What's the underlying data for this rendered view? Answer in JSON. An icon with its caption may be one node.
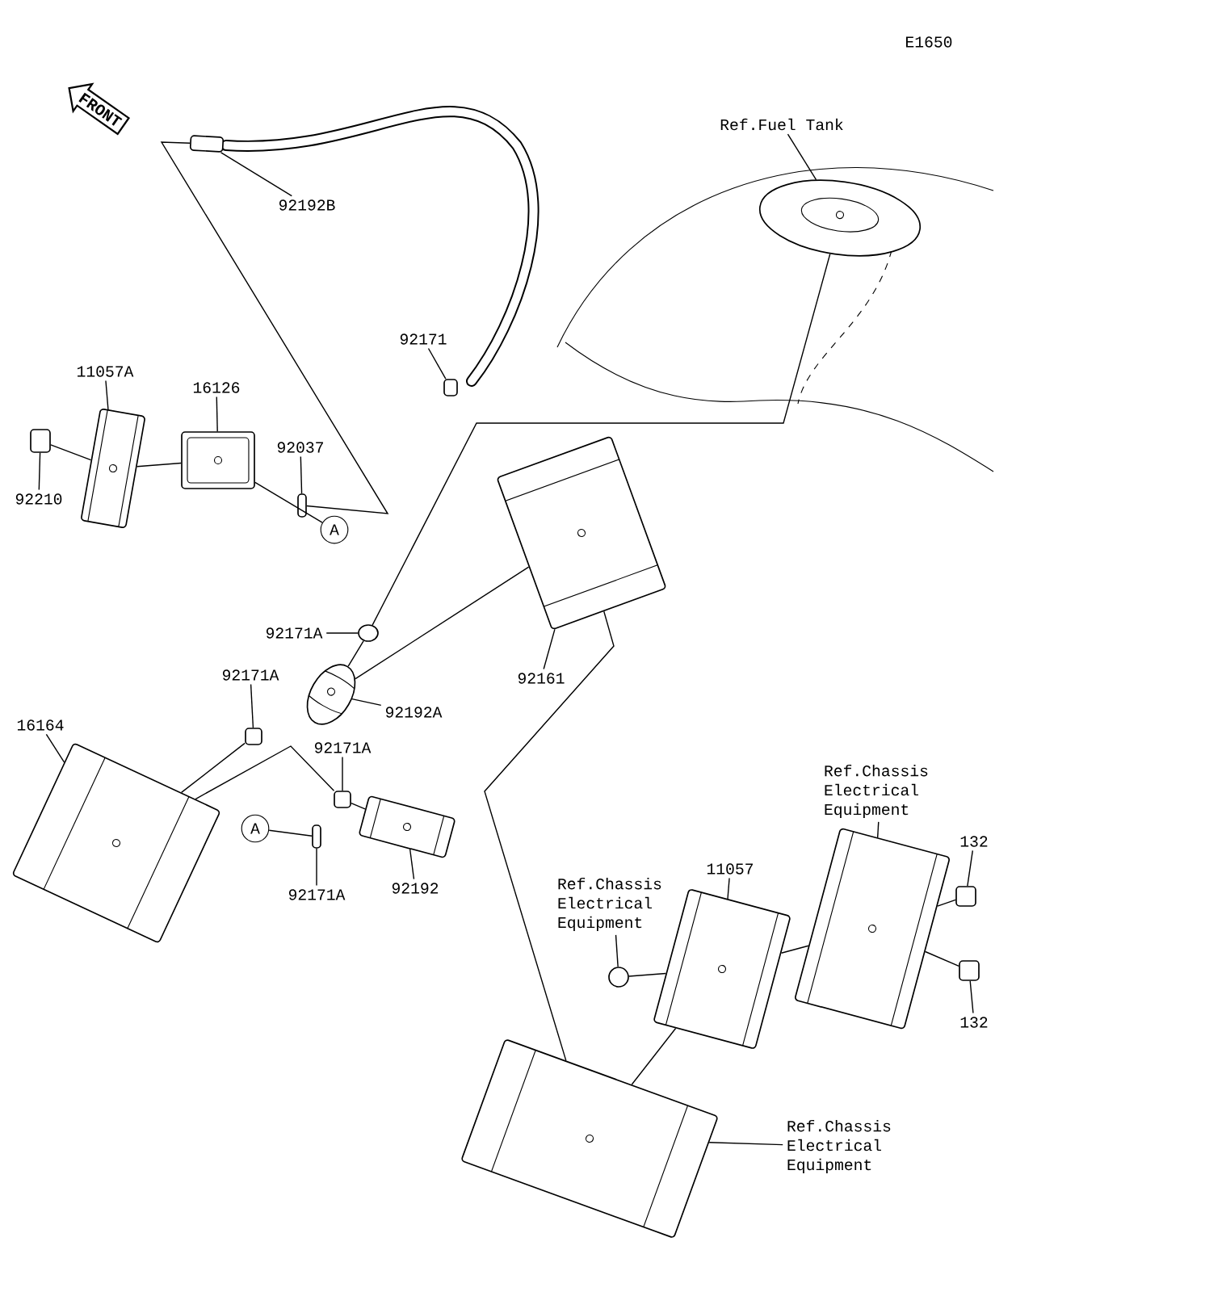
{
  "diagram": {
    "nodes": [
      {
        "text": [
          "92192B"
        ]
      },
      {
        "text": [],
        "shape": "box"
      },
      {
        "text": [
          "Ref.Fuel Tank"
        ]
      },
      {
        "text": [],
        "shape": "picture"
      },
      {
        "text": [
          "92171"
        ]
      },
      {
        "text": [],
        "shape": "box"
      },
      {
        "text": [
          "11057A"
        ]
      },
      {
        "text": [],
        "shape": "picture"
      },
      {
        "text": [
          "16126"
        ]
      },
      {
        "text": [],
        "shape": "picture"
      },
      {
        "text": [
          "92037"
        ]
      },
      {
        "text": [],
        "shape": "box"
      },
      {
        "text": [
          "92210"
        ]
      },
      {
        "text": [],
        "shape": "box"
      },
      {
        "text": [
          "A"
        ]
      },
      {
        "text": [
          "92171A"
        ]
      },
      {
        "text": [],
        "shape": "circle"
      },
      {
        "text": [
          "92161"
        ]
      },
      {
        "text": [],
        "shape": "picture"
      },
      {
        "text": [
          "92171A"
        ]
      },
      {
        "text": [],
        "shape": "box"
      },
      {
        "text": [
          "92192A"
        ]
      },
      {
        "text": [],
        "shape": "picture"
      },
      {
        "text": [
          "16164"
        ]
      },
      {
        "text": [],
        "shape": "picture"
      },
      {
        "text": [
          "92171A"
        ]
      },
      {
        "text": [],
        "shape": "box"
      },
      {
        "text": [
          "92192"
        ]
      },
      {
        "text": [],
        "shape": "picture"
      },
      {
        "text": [
          "A"
        ]
      },
      {
        "text": [],
        "shape": "box"
      },
      {
        "text": [
          "92171A"
        ]
      },
      {
        "text": [
          "Ref.Chassis Electrical Equipment"
        ]
      },
      {
        "text": [],
        "shape": "picture"
      },
      {
        "text": [
          "132"
        ]
      },
      {
        "text": [],
        "shape": "box"
      },
      {
        "text": [
          "11057"
        ]
      },
      {
        "text": [],
        "shape": "picture"
      },
      {
        "text": [
          "Ref.Chassis Electrical Equipment"
        ]
      },
      {
        "text": [],
        "shape": "circle"
      },
      {
        "text": [
          "132"
        ]
      },
      {
        "text": [],
        "shape": "box"
      },
      {
        "text": [],
        "shape": "picture"
      },
      {
        "text": [
          "Ref.Chassis Electrical Equipment"
        ]
      }
    ],
    "edges": [
      {
        "from": 0,
        "to": 1,
        "arrow": "none"
      },
      {
        "from": 2,
        "to": 3,
        "arrow": "none"
      },
      {
        "from": 4,
        "to": 5,
        "arrow": "none"
      },
      {
        "from": 6,
        "to": 7,
        "arrow": "none"
      },
      {
        "from": 8,
        "to": 9,
        "arrow": "none"
      },
      {
        "from": 10,
        "to": 11,
        "arrow": "none"
      },
      {
        "from": 12,
        "to": 13,
        "arrow": "none"
      },
      {
        "from": 15,
        "to": 16,
        "arrow": "none"
      },
      {
        "from": 17,
        "to": 18,
        "arrow": "none"
      },
      {
        "from": 19,
        "to": 20,
        "arrow": "none"
      },
      {
        "from": 21,
        "to": 22,
        "arrow": "none"
      },
      {
        "from": 23,
        "to": 24,
        "arrow": "none"
      },
      {
        "from": 25,
        "to": 26,
        "arrow": "none"
      },
      {
        "from": 27,
        "to": 28,
        "arrow": "none"
      },
      {
        "from": 29,
        "to": 30,
        "arrow": "none"
      },
      {
        "from": 31,
        "to": 30,
        "arrow": "none"
      },
      {
        "from": 32,
        "to": 33,
        "arrow": "none"
      },
      {
        "from": 34,
        "to": 35,
        "arrow": "none"
      },
      {
        "from": 36,
        "to": 37,
        "arrow": "none"
      },
      {
        "from": 38,
        "to": 39,
        "arrow": "none"
      },
      {
        "from": 40,
        "to": 41,
        "arrow": "none"
      },
      {
        "from": 43,
        "to": 42,
        "arrow": "none"
      },
      {
        "from": 1,
        "to": 11,
        "arrow": "none"
      },
      {
        "from": 13,
        "to": 7,
        "arrow": "none"
      },
      {
        "from": 7,
        "to": 9,
        "arrow": "none"
      },
      {
        "from": 9,
        "to": 14,
        "arrow": "none"
      },
      {
        "from": 16,
        "to": 3,
        "arrow": "none"
      },
      {
        "from": 16,
        "to": 22,
        "arrow": "none"
      },
      {
        "from": 22,
        "to": 18,
        "arrow": "none"
      },
      {
        "from": 20,
        "to": 24,
        "arrow": "none"
      },
      {
        "from": 24,
        "to": 26,
        "arrow": "none"
      },
      {
        "from": 26,
        "to": 28,
        "arrow": "none"
      },
      {
        "from": 18,
        "to": 42,
        "arrow": "none"
      },
      {
        "from": 39,
        "to": 37,
        "arrow": "none"
      },
      {
        "from": 37,
        "to": 33,
        "arrow": "none"
      },
      {
        "from": 35,
        "to": 33,
        "arrow": "none"
      },
      {
        "from": 41,
        "to": 33,
        "arrow": "none"
      },
      {
        "from": 37,
        "to": 42,
        "arrow": "none"
      }
    ],
    "labels": [
      "E1650",
      "FRONT"
    ]
  }
}
